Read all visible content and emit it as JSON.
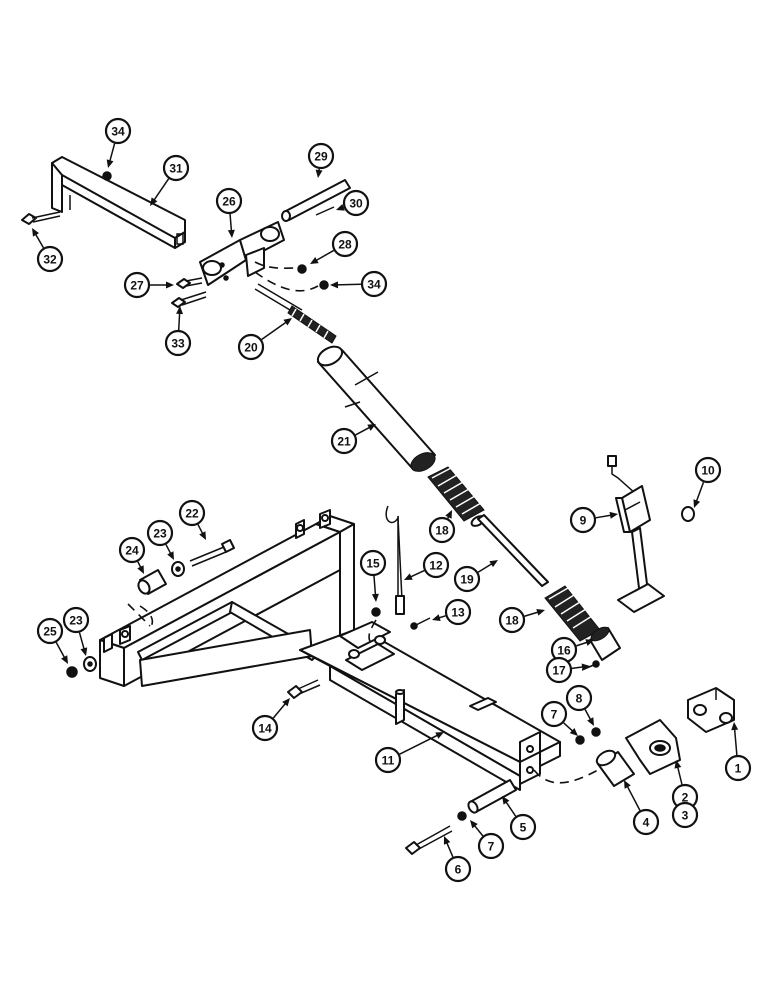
{
  "callouts": [
    {
      "n": "1"
    },
    {
      "n": "2"
    },
    {
      "n": "3"
    },
    {
      "n": "4"
    },
    {
      "n": "5"
    },
    {
      "n": "6"
    },
    {
      "n": "7"
    },
    {
      "n": "7"
    },
    {
      "n": "8"
    },
    {
      "n": "9"
    },
    {
      "n": "10"
    },
    {
      "n": "11"
    },
    {
      "n": "12"
    },
    {
      "n": "13"
    },
    {
      "n": "14"
    },
    {
      "n": "15"
    },
    {
      "n": "16"
    },
    {
      "n": "17"
    },
    {
      "n": "18"
    },
    {
      "n": "18"
    },
    {
      "n": "19"
    },
    {
      "n": "20"
    },
    {
      "n": "21"
    },
    {
      "n": "22"
    },
    {
      "n": "23"
    },
    {
      "n": "23"
    },
    {
      "n": "24"
    },
    {
      "n": "25"
    },
    {
      "n": "26"
    },
    {
      "n": "27"
    },
    {
      "n": "28"
    },
    {
      "n": "29"
    },
    {
      "n": "30"
    },
    {
      "n": "31"
    },
    {
      "n": "32"
    },
    {
      "n": "33"
    },
    {
      "n": "34"
    },
    {
      "n": "34"
    }
  ]
}
